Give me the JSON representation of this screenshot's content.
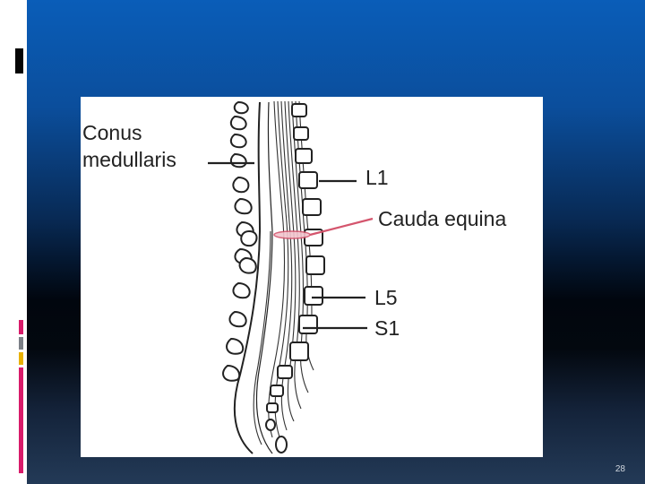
{
  "slide": {
    "page_number": "28"
  },
  "diagram": {
    "labels": {
      "conus_line1": "Conus",
      "conus_line2": "medullaris",
      "l1": "L1",
      "cauda": "Cauda equina",
      "l5": "L5",
      "s1": "S1"
    },
    "colors": {
      "cauda_pointer": "#d4556d",
      "ink": "#222222"
    }
  }
}
